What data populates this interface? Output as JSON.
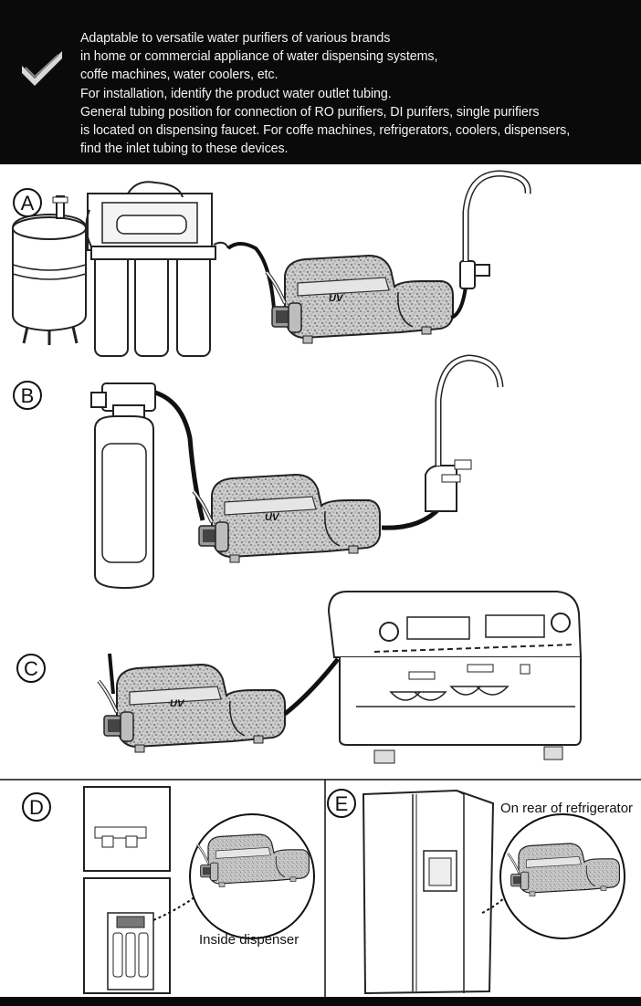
{
  "banner": {
    "lines": [
      "Adaptable to versatile water purifiers of various brands",
      "in home or commercial appliance of water dispensing systems,",
      "coffe machines, water coolers, etc.",
      "For installation, identify the product water outlet tubing.",
      "General tubing position for connection of RO purifiers, DI purifers, single purifiers",
      "is located on dispensing faucet. For coffe machines, refrigerators, coolers, dispensers,",
      "find the inlet tubing to these devices."
    ]
  },
  "diagrams": {
    "a": {
      "letter": "A"
    },
    "b": {
      "letter": "B"
    },
    "c": {
      "letter": "C"
    },
    "d": {
      "letter": "D",
      "caption": "Inside dispenser"
    },
    "e": {
      "letter": "E",
      "caption": "On rear of refrigerator"
    }
  },
  "product_logo_text": "UV"
}
